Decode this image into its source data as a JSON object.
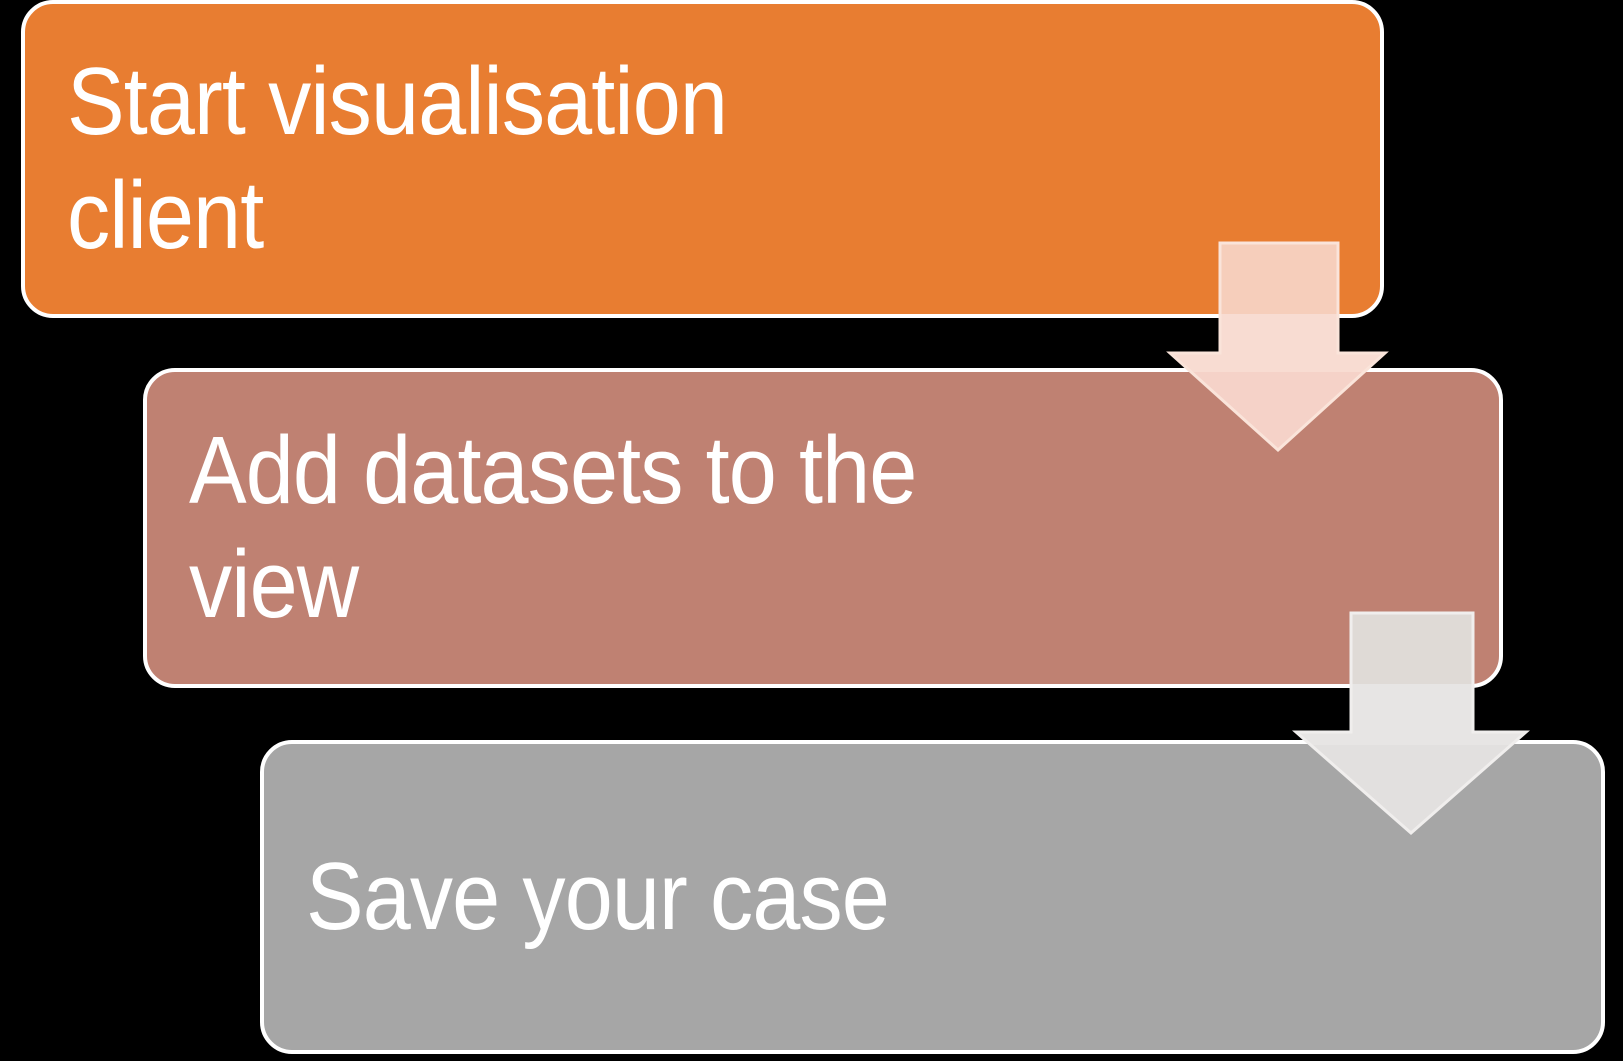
{
  "background_color": "#000000",
  "text_color": "#FFFFFF",
  "outline_color": "#FFFFFF",
  "diagram": {
    "type": "vertical-process-flow",
    "steps": [
      {
        "order": 1,
        "label": "Start visualisation client"
      },
      {
        "order": 2,
        "label": "Add datasets to the view"
      },
      {
        "order": 3,
        "label": "Save your case"
      }
    ]
  },
  "boxes": [
    {
      "name": "start-visualisation-client",
      "fill": "#E87D31",
      "lines": [
        "Start visualisation",
        "client"
      ]
    },
    {
      "name": "add-datasets-to-view",
      "fill": "#BF8172",
      "lines": [
        "Add datasets to the",
        "view"
      ]
    },
    {
      "name": "save-your-case",
      "fill": "#A6A6A6",
      "lines": [
        "Save your case",
        ""
      ]
    }
  ],
  "arrows": [
    {
      "name": "arrow-step1-to-step2",
      "stroke": "#FAE4DA",
      "zones": {
        "over_upper_box": "#F6CEBB",
        "over_background": "#F8DCD2",
        "over_lower_box": "#F5D2C8"
      }
    },
    {
      "name": "arrow-step2-to-step3",
      "stroke": "#F0EEED",
      "zones": {
        "over_upper_box": "#DFDAD6",
        "over_background": "#E7E5E4",
        "over_lower_box": "#E2E0DF"
      }
    }
  ]
}
